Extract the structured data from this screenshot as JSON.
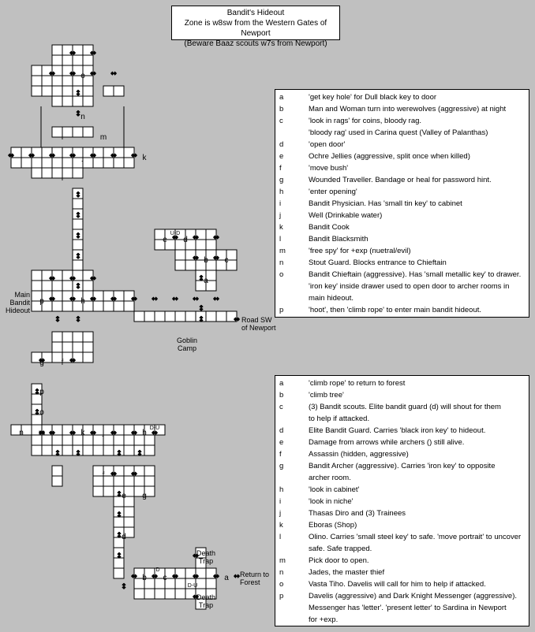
{
  "header": {
    "title": "Bandit's Hideout",
    "line2": "Zone is w8sw from the Western Gates of Newport",
    "line3": "(Beware Baaz scouts w7s from Newport)"
  },
  "map_labels": {
    "main_hideout": "Main Bandit Hideout",
    "road": "Road SW of Newport",
    "goblin": "Goblin Camp",
    "return_forest": "Return to Forest",
    "death_trap_top": "Death Trap",
    "death_trap_bottom": "Death Trap",
    "ud_top": "U-D",
    "du_b": "D-U",
    "d_box": "D",
    "du_vert": "D-U"
  },
  "legend_top": [
    {
      "k": "a",
      "t": "'get key hole' for Dull black key to door"
    },
    {
      "k": "b",
      "t": "Man and Woman turn into werewolves (aggressive) at night"
    },
    {
      "k": "c",
      "t": "'look in rags' for coins, bloody rag."
    },
    {
      "k": "",
      "t": "'bloody rag' used in Carina quest (Valley of Palanthas)"
    },
    {
      "k": "d",
      "t": "'open door'"
    },
    {
      "k": "e",
      "t": "Ochre Jellies (aggressive, split once when killed)"
    },
    {
      "k": "f",
      "t": "'move bush'"
    },
    {
      "k": "g",
      "t": "Wounded Traveller.  Bandage or heal for password hint."
    },
    {
      "k": "h",
      "t": "'enter opening'"
    },
    {
      "k": "i",
      "t": "Bandit Physician.  Has 'small tin key' to cabinet"
    },
    {
      "k": "j",
      "t": "Well (Drinkable water)"
    },
    {
      "k": "k",
      "t": "Bandit Cook"
    },
    {
      "k": "l",
      "t": "Bandit Blacksmith"
    },
    {
      "k": "m",
      "t": "'free spy' for +exp (nuetral/evil)"
    },
    {
      "k": "n",
      "t": "Stout Guard.  Blocks entrance to Chieftain"
    },
    {
      "k": "o",
      "t": "Bandit Chieftain (aggressive).  Has 'small metallic key' to drawer."
    },
    {
      "k": "",
      "t": "'iron key' inside drawer used to open door to archer rooms in"
    },
    {
      "k": "",
      "t": "main hideout."
    },
    {
      "k": "p",
      "t": "'hoot', then 'climb rope' to enter main bandit hideout."
    }
  ],
  "legend_bottom": [
    {
      "k": "a",
      "t": "'climb rope' to return to forest"
    },
    {
      "k": "b",
      "t": "'climb tree'"
    },
    {
      "k": "c",
      "t": "(3) Bandit scouts.  Elite bandit guard (d) will shout for them"
    },
    {
      "k": "",
      "t": "to help if attacked."
    },
    {
      "k": "d",
      "t": "Elite Bandit Guard.  Carries 'black iron key' to hideout."
    },
    {
      "k": "e",
      "t": "Damage from arrows while archers () still alive."
    },
    {
      "k": "f",
      "t": "Assassin (hidden, aggressive)"
    },
    {
      "k": "g",
      "t": "Bandit Archer (aggressive).  Carries 'iron key' to opposite"
    },
    {
      "k": "",
      "t": "archer room."
    },
    {
      "k": "h",
      "t": "'look in cabinet'"
    },
    {
      "k": "i",
      "t": "'look in niche'"
    },
    {
      "k": "j",
      "t": "Thasas Diro and (3) Trainees"
    },
    {
      "k": "k",
      "t": "Eboras (Shop)"
    },
    {
      "k": "l",
      "t": "Olino.  Carries 'small steel key' to safe.  'move portrait' to uncover"
    },
    {
      "k": "",
      "t": "safe.  Safe trapped."
    },
    {
      "k": "m",
      "t": "Pick door to open."
    },
    {
      "k": "n",
      "t": "Jades, the master thief"
    },
    {
      "k": "o",
      "t": "Vasta Tiho.  Davelis will call for him to help if attacked."
    },
    {
      "k": "p",
      "t": "Davelis (aggressive) and Dark Knight Messenger (aggressive)."
    },
    {
      "k": "",
      "t": "Messenger has 'letter'.  'present letter' to Sardina in Newport"
    },
    {
      "k": "",
      "t": "for +exp."
    }
  ],
  "room_letters_top": [
    "o",
    "n",
    "l",
    "m",
    "k",
    "j",
    "i",
    "e",
    "d",
    "b",
    "c",
    "a",
    "p",
    "h",
    "g",
    "f"
  ],
  "room_letters_bottom": [
    "p",
    "o",
    "n",
    "m",
    "k",
    "j",
    "h",
    "i",
    "l",
    "f",
    "e",
    "g",
    "d",
    "b",
    "c",
    "a"
  ]
}
